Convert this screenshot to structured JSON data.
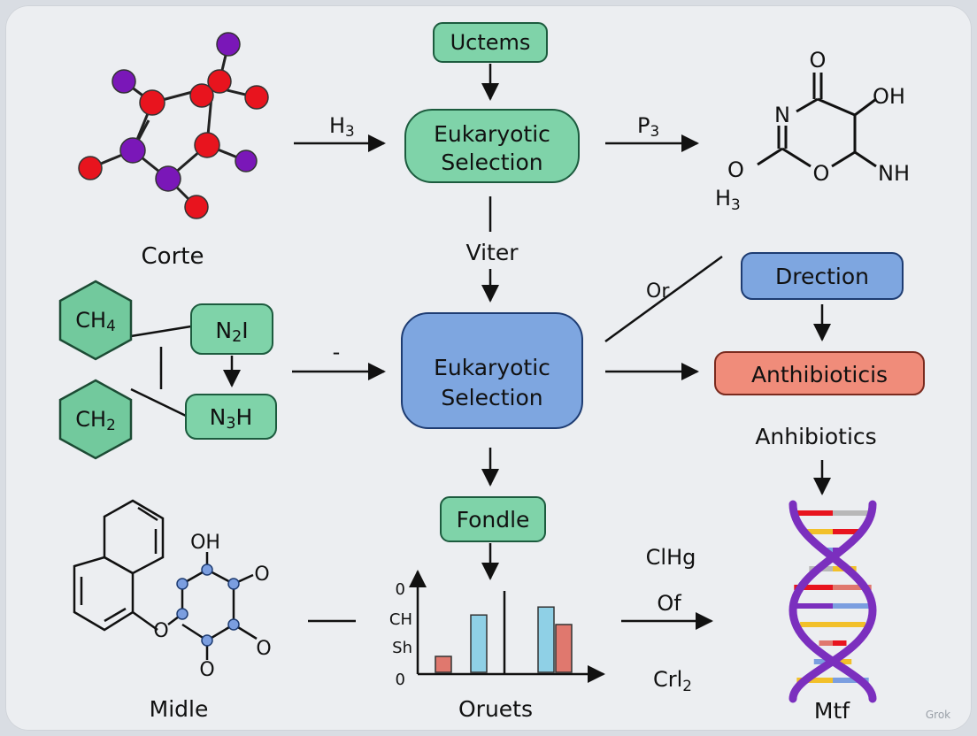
{
  "colors": {
    "green_box": "#7fd3a9",
    "blue_box": "#7ea6e0",
    "salmon_box": "#f08c7a",
    "atom_red": "#e8141e",
    "atom_purple": "#7a17b8",
    "atom_blue": "#7b9ee0",
    "hex_green": "#72c99d",
    "dna_purple": "#7b2fbe",
    "bar_red": "#e0786e",
    "bar_blue": "#8fd0e6"
  },
  "nodes": {
    "top_box": "Uctems",
    "center_top": [
      "Eukaryotic",
      "Selection"
    ],
    "center_mid": [
      "Eukaryotic",
      "Selection"
    ],
    "right_box1": "Drection",
    "right_box2": "Anthibioticis",
    "fondle_box": "Fondle",
    "n2i_box": "N",
    "n3h_box": "N"
  },
  "labels": {
    "corte": "Corte",
    "viter": "Viter",
    "or": "Or",
    "anhibiotics": "Anhibiotics",
    "midle": "Midle",
    "oruets": "Oruets",
    "mtf": "Mtf",
    "clhg": "ClHg",
    "of": "Of",
    "crl2_base": "Crl",
    "dash": "-"
  },
  "arrow_labels": {
    "h3_base": "H",
    "p3_base": "P"
  },
  "molecule_right": {
    "o_top": "O",
    "n": "N",
    "oh": "OH",
    "o_left": "O",
    "o_ring": "O",
    "nh": "NH",
    "h3_base": "H"
  },
  "hexagons": {
    "ch4_base": "CH",
    "ch2_base": "CH",
    "i_mark": "I"
  },
  "molecule_bottom": {
    "oh": "OH",
    "o1": "O",
    "o2": "O",
    "o3": "O",
    "o4": "O"
  },
  "chart_data": {
    "type": "bar",
    "ytick_labels": [
      "0",
      "CH",
      "Sh",
      "0"
    ],
    "values": [
      0.2,
      0.72,
      0.82,
      0.6
    ],
    "series_colors": [
      "#e0786e",
      "#8fd0e6",
      "#8fd0e6",
      "#e0786e"
    ]
  },
  "watermark": "Grok"
}
